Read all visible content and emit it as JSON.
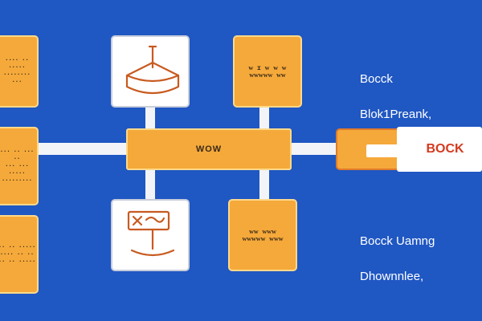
{
  "center": {
    "label": "WOW"
  },
  "left": [
    {
      "text": "···· ·· ·····\n········ ···"
    },
    {
      "text": "··· ·· ··· ··\n··· ··· ·····\n·········"
    },
    {
      "text": "·· ·· ·····\n···· ·· ··\n·· ·· ·····"
    }
  ],
  "tr_box": {
    "text": "ᴡ ɪ ᴡ ᴡ ᴡ\nᴡᴡᴡᴡᴡ ᴡᴡ"
  },
  "br_box": {
    "text": "ᴡᴡ ᴡᴡᴡ\nᴡᴡᴡᴡᴡ ᴡᴡᴡ"
  },
  "right_labels": {
    "top_line1": "Bocck",
    "top_line2": "Blok1Preank,",
    "bottom_line1": "Bocck Uamng",
    "bottom_line2": "Dhownnlee,"
  },
  "tag": {
    "label": "BOCK"
  },
  "colors": {
    "background": "#1f57c3",
    "orange": "#f5a93a",
    "accent": "#c85a20",
    "tag_text": "#d33a1f"
  }
}
